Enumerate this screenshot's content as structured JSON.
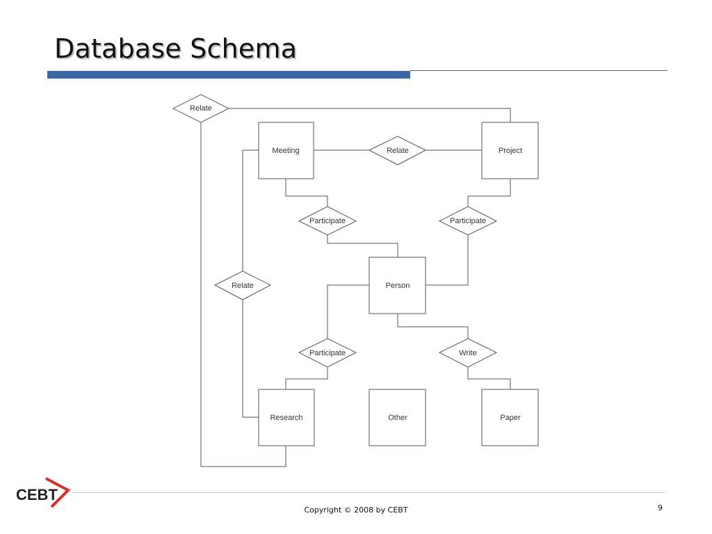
{
  "slide": {
    "title": "Database Schema",
    "footer": "Copyright © 2008 by CEBT",
    "page_number": "9",
    "logo_text": "CEBT",
    "accent_color": "#3b6aa6",
    "logo_color": "#e02b2b"
  },
  "diagram": {
    "entities": {
      "meeting": "Meeting",
      "project": "Project",
      "person": "Person",
      "research": "Research",
      "other": "Other",
      "paper": "Paper"
    },
    "relationships": {
      "relate_top": "Relate",
      "relate_meeting_project": "Relate",
      "relate_left": "Relate",
      "participate_meeting": "Participate",
      "participate_project": "Participate",
      "participate_research": "Participate",
      "write": "Write"
    }
  }
}
